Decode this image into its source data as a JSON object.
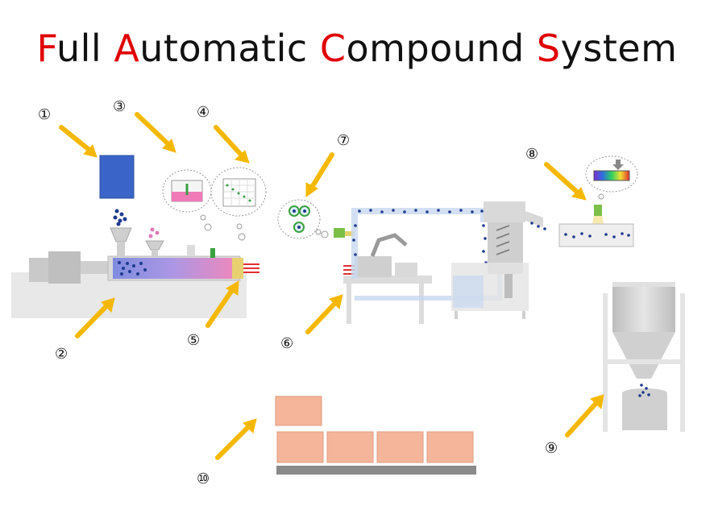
{
  "title": {
    "words": [
      {
        "cap": "F",
        "rest": "ull"
      },
      {
        "cap": "A",
        "rest": "utomatic"
      },
      {
        "cap": "C",
        "rest": "ompound"
      },
      {
        "cap": "S",
        "rest": "ystem"
      }
    ]
  },
  "colors": {
    "title_capital": "#e00000",
    "title_text": "#111111",
    "arrow": "#f5b800",
    "machine": "#d9d9d9",
    "pellet": "#1f3b8f",
    "box": "#f4b59a",
    "square": "#3a64c8"
  },
  "callouts": {
    "c1": "①",
    "c2": "②",
    "c3": "③",
    "c4": "④",
    "c5": "⑤",
    "c6": "⑥",
    "c7": "⑦",
    "c8": "⑧",
    "c9": "⑨",
    "c10": "⑩"
  }
}
